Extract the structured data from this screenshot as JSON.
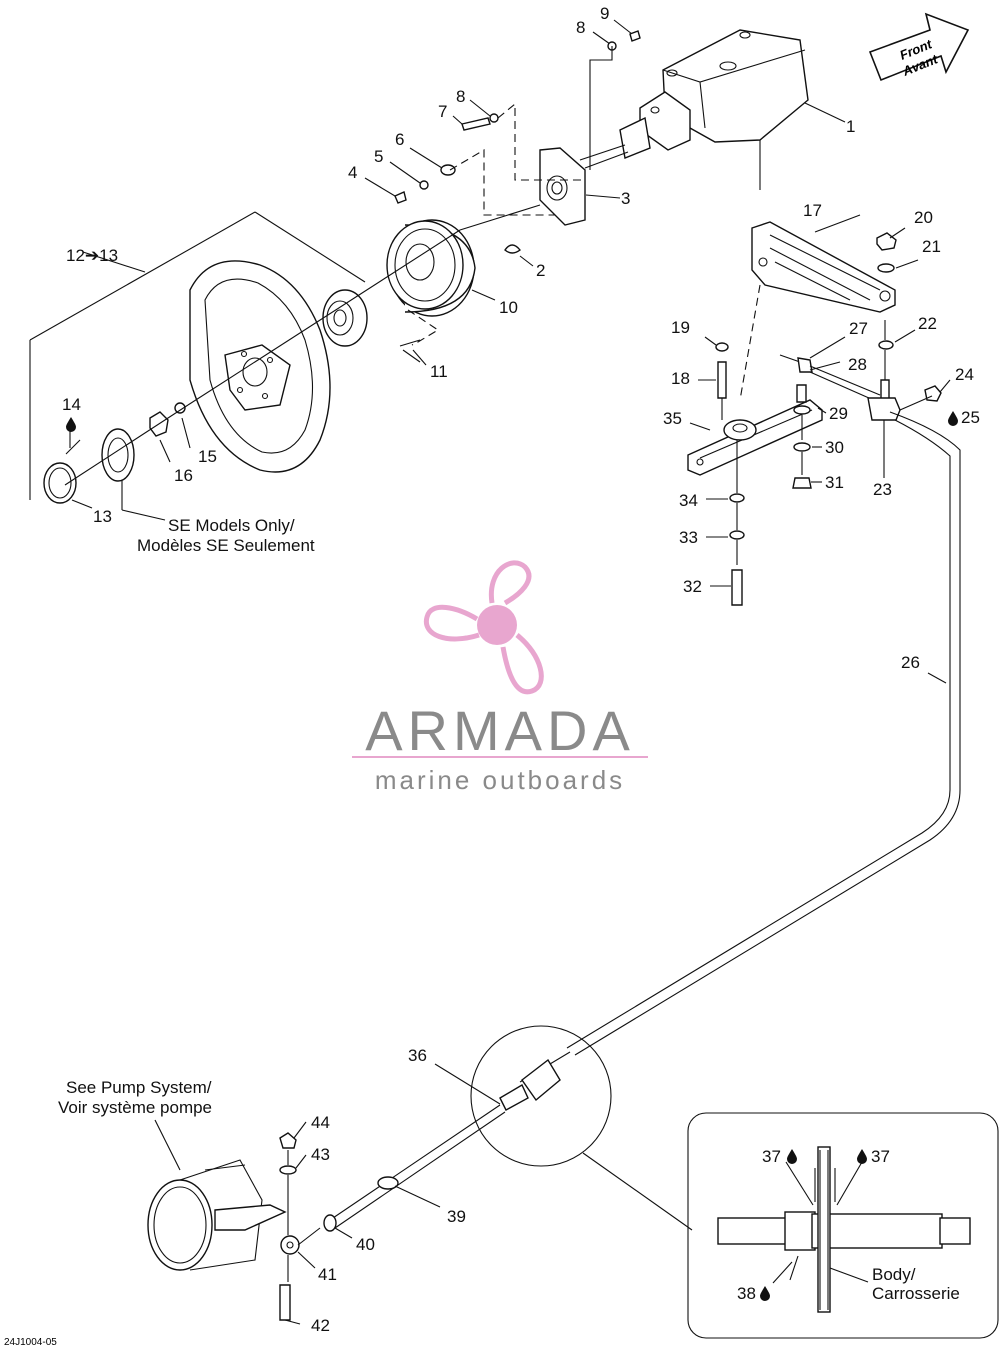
{
  "figure_code": "24J1004-05",
  "direction_arrow": {
    "line1": "Front",
    "line2": "Avant"
  },
  "notes": {
    "se_models_en": "SE Models Only/",
    "se_models_fr": "Modèles SE Seulement",
    "pump_en": "See Pump System/",
    "pump_fr": "Voir système pompe",
    "body_en": "Body/",
    "body_fr": "Carrosserie",
    "range_label": "12➔13"
  },
  "watermark": {
    "brand": "ARMADA",
    "tagline": "marine outboards",
    "accent_color": "#e8a6cf"
  },
  "drop_icon": "lubricant-drop-icon",
  "callouts": [
    {
      "id": "c1",
      "text": "1"
    },
    {
      "id": "c2",
      "text": "2"
    },
    {
      "id": "c3",
      "text": "3"
    },
    {
      "id": "c4",
      "text": "4"
    },
    {
      "id": "c5",
      "text": "5"
    },
    {
      "id": "c6",
      "text": "6"
    },
    {
      "id": "c7",
      "text": "7"
    },
    {
      "id": "c8a",
      "text": "8"
    },
    {
      "id": "c8b",
      "text": "8"
    },
    {
      "id": "c9",
      "text": "9"
    },
    {
      "id": "c10",
      "text": "10"
    },
    {
      "id": "c11",
      "text": "11"
    },
    {
      "id": "c13a",
      "text": "13"
    },
    {
      "id": "c14",
      "text": "14"
    },
    {
      "id": "c15",
      "text": "15"
    },
    {
      "id": "c16",
      "text": "16"
    },
    {
      "id": "c17",
      "text": "17"
    },
    {
      "id": "c18",
      "text": "18"
    },
    {
      "id": "c19",
      "text": "19"
    },
    {
      "id": "c20",
      "text": "20"
    },
    {
      "id": "c21",
      "text": "21"
    },
    {
      "id": "c22",
      "text": "22"
    },
    {
      "id": "c23",
      "text": "23"
    },
    {
      "id": "c24",
      "text": "24"
    },
    {
      "id": "c25",
      "text": "25"
    },
    {
      "id": "c26",
      "text": "26"
    },
    {
      "id": "c27",
      "text": "27"
    },
    {
      "id": "c28",
      "text": "28"
    },
    {
      "id": "c29",
      "text": "29"
    },
    {
      "id": "c30",
      "text": "30"
    },
    {
      "id": "c31",
      "text": "31"
    },
    {
      "id": "c32",
      "text": "32"
    },
    {
      "id": "c33",
      "text": "33"
    },
    {
      "id": "c34",
      "text": "34"
    },
    {
      "id": "c35",
      "text": "35"
    },
    {
      "id": "c36",
      "text": "36"
    },
    {
      "id": "c37a",
      "text": "37"
    },
    {
      "id": "c37b",
      "text": "37"
    },
    {
      "id": "c38",
      "text": "38"
    },
    {
      "id": "c39",
      "text": "39"
    },
    {
      "id": "c40",
      "text": "40"
    },
    {
      "id": "c41",
      "text": "41"
    },
    {
      "id": "c42",
      "text": "42"
    },
    {
      "id": "c43",
      "text": "43"
    },
    {
      "id": "c44",
      "text": "44"
    }
  ]
}
